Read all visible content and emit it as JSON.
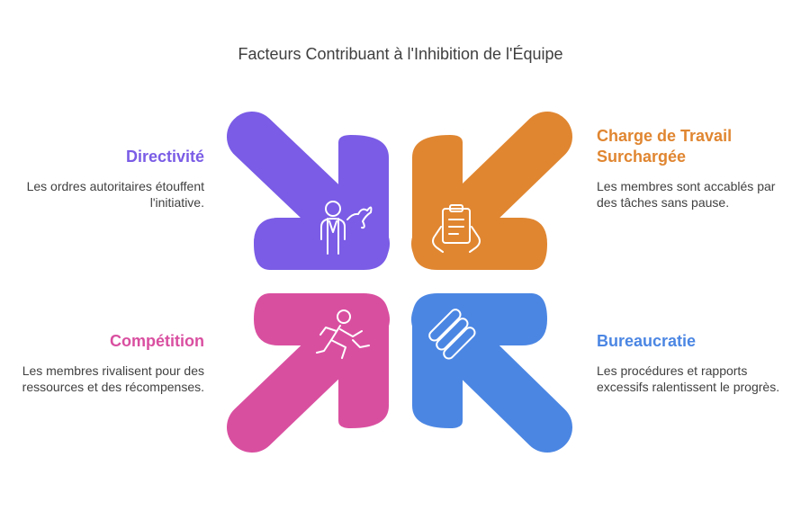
{
  "title": "Facteurs Contribuant à l'Inhibition de l'Équipe",
  "colors": {
    "purple": "#7a5ce6",
    "orange": "#e08631",
    "pink": "#d94fa0",
    "blue": "#4b86e3"
  },
  "factors": [
    {
      "title": "Directivité",
      "description": "Les ordres autoritaires étouffent l'initiative.",
      "icon": "leader-icon",
      "color": "#7a5ce6"
    },
    {
      "title": "Charge de Travail Surchargée",
      "description": "Les membres sont accablés par des tâches sans pause.",
      "icon": "clipboard-hands-icon",
      "color": "#e08631"
    },
    {
      "title": "Compétition",
      "description": "Les membres rivalisent pour des ressources et des récompenses.",
      "icon": "running-person-icon",
      "color": "#d94fa0"
    },
    {
      "title": "Bureaucratie",
      "description": "Les procédures et rapports excessifs ralentissent le progrès.",
      "icon": "paperwork-stack-icon",
      "color": "#4b86e3"
    }
  ]
}
